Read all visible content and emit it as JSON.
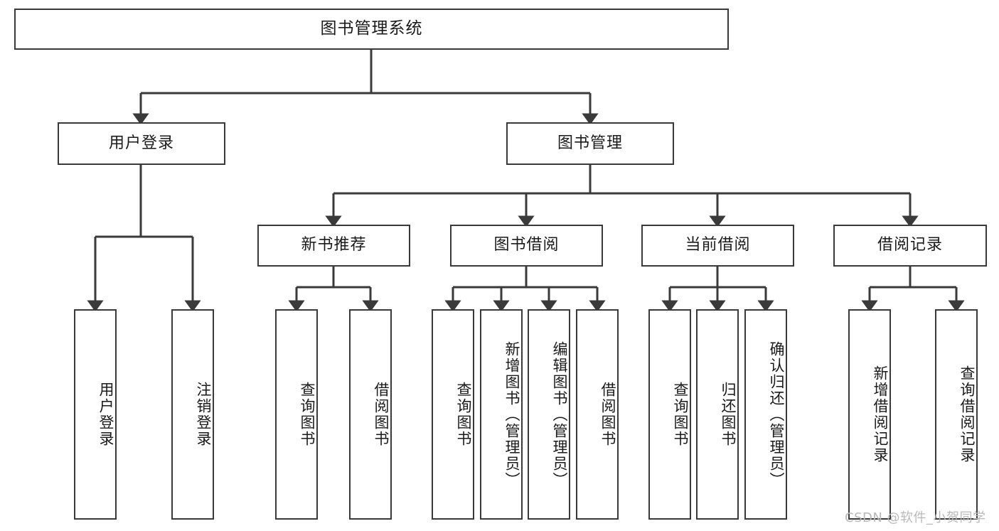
{
  "diagram": {
    "type": "tree-hierarchy-flowchart",
    "title_node": {
      "label": "图书管理系统"
    },
    "level2": [
      {
        "id": "user-login",
        "label": "用户登录"
      },
      {
        "id": "book-management",
        "label": "图书管理"
      }
    ],
    "level3": [
      {
        "id": "new-book-recommend",
        "label": "新书推荐"
      },
      {
        "id": "book-borrow",
        "label": "图书借阅"
      },
      {
        "id": "current-borrow",
        "label": "当前借阅"
      },
      {
        "id": "borrow-record",
        "label": "借阅记录"
      }
    ],
    "leaves": [
      {
        "id": "leaf-user-login",
        "parent": "user-login",
        "label": "用户登录"
      },
      {
        "id": "leaf-logout",
        "parent": "user-login",
        "label": "注销登录"
      },
      {
        "id": "leaf-query-book-1",
        "parent": "new-book-recommend",
        "label": "查询图书"
      },
      {
        "id": "leaf-borrow-book-1",
        "parent": "new-book-recommend",
        "label": "借阅图书"
      },
      {
        "id": "leaf-query-book-2",
        "parent": "book-borrow",
        "label": "查询图书"
      },
      {
        "id": "leaf-add-book",
        "parent": "book-borrow",
        "label": "新增图书（管理员）"
      },
      {
        "id": "leaf-edit-book",
        "parent": "book-borrow",
        "label": "编辑图书（管理员）"
      },
      {
        "id": "leaf-borrow-book-2",
        "parent": "book-borrow",
        "label": "借阅图书"
      },
      {
        "id": "leaf-query-book-3",
        "parent": "current-borrow",
        "label": "查询图书"
      },
      {
        "id": "leaf-return-book",
        "parent": "current-borrow",
        "label": "归还图书"
      },
      {
        "id": "leaf-confirm-return",
        "parent": "current-borrow",
        "label": "确认归还（管理员）"
      },
      {
        "id": "leaf-add-record",
        "parent": "borrow-record",
        "label": "新增借阅记录"
      },
      {
        "id": "leaf-query-record",
        "parent": "borrow-record",
        "label": "查询借阅记录"
      }
    ],
    "colors": {
      "border": "#3a3a3a",
      "background": "#ffffff",
      "text": "#1a1a1a",
      "edge": "#3a3a3a",
      "watermark": "#b9b9b9"
    }
  },
  "watermark": {
    "text": "CSDN @软件_小贺同学"
  }
}
